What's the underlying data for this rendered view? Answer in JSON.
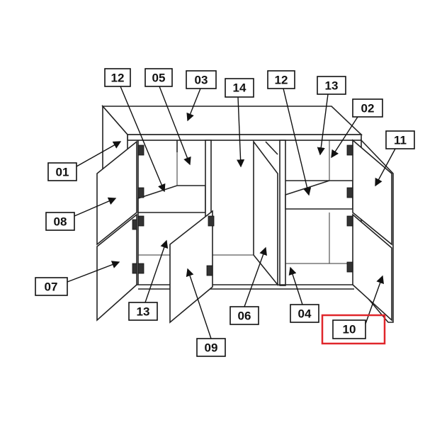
{
  "labels": {
    "l01": "01",
    "l02": "02",
    "l03": "03",
    "l04": "04",
    "l05": "05",
    "l06": "06",
    "l07": "07",
    "l08": "08",
    "l09": "09",
    "l10": "10",
    "l11": "11",
    "l12a": "12",
    "l12b": "12",
    "l13a": "13",
    "l13b": "13",
    "l14": "14"
  },
  "highlight": {
    "target_label": "10",
    "color": "#e0262b"
  }
}
